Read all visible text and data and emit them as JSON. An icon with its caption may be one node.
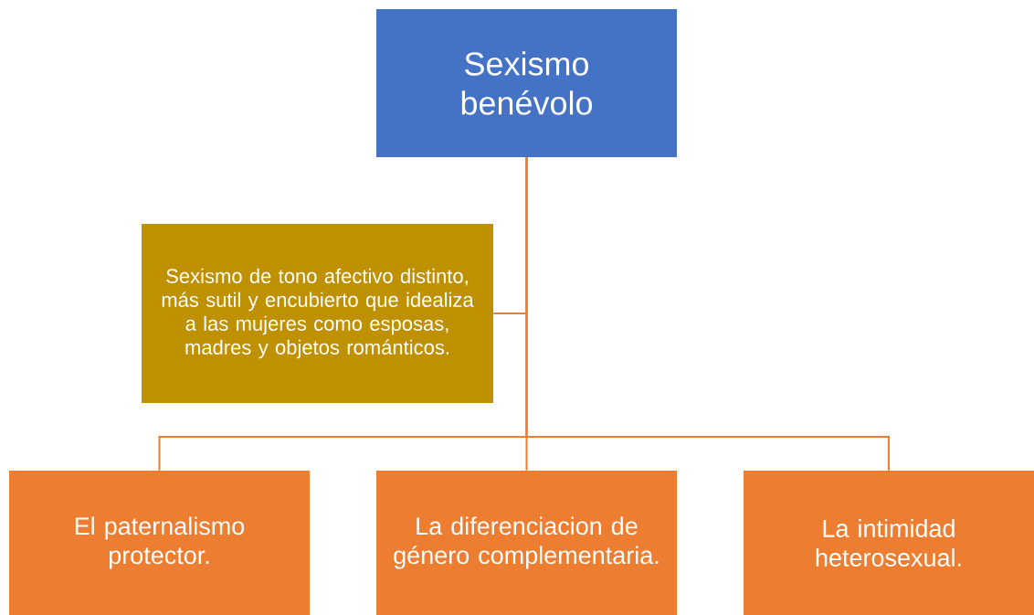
{
  "diagram": {
    "nodes": [
      {
        "text": [
          "Sexismo benévolo"
        ]
      },
      {
        "text": [
          "Sexismo de tono afectivo distinto, más sutil y encubierto que idealiza a las mujeres como esposas, madres y objetos románticos."
        ]
      },
      {
        "text": [
          "El paternalismo protector."
        ]
      },
      {
        "text": [
          "La diferenciacion de género complementaria."
        ]
      },
      {
        "text": [
          "La intimidad heterosexual."
        ]
      }
    ],
    "edges": [
      {
        "from": 0,
        "to": 1,
        "arrow": "none"
      },
      {
        "from": 0,
        "to": 2,
        "arrow": "none"
      },
      {
        "from": 0,
        "to": 3,
        "arrow": "none"
      },
      {
        "from": 0,
        "to": 4,
        "arrow": "none"
      }
    ]
  }
}
